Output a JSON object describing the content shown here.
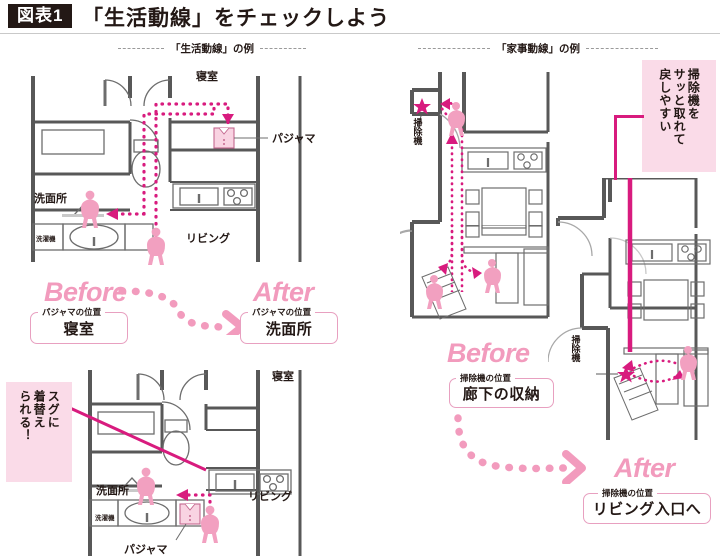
{
  "header": {
    "badge": "図表1",
    "title": "「生活動線」をチェックしよう"
  },
  "sections": [
    {
      "caption": "「生活動線」の例"
    },
    {
      "caption": "「家事動線」の例"
    }
  ],
  "left_panel": {
    "before_plan": {
      "room_labels": {
        "bedroom": "寝室",
        "washroom": "洗面所",
        "living": "リビング",
        "washer": "洗濯機"
      },
      "item_label": "パジャマ"
    },
    "transition": {
      "before_word": "Before",
      "after_word": "After",
      "before_caption": "パジャマの位置",
      "before_value": "寝室",
      "after_caption": "パジャマの位置",
      "after_value": "洗面所"
    },
    "after_plan": {
      "room_labels": {
        "bedroom": "寝室",
        "washroom": "洗面所",
        "living": "リビング",
        "washer": "洗濯機"
      },
      "item_label": "パジャマ",
      "callout": [
        "スグに",
        "着替え",
        "られる！"
      ]
    }
  },
  "right_panel": {
    "before_plan": {
      "item_label": "掃除機"
    },
    "after_plan": {
      "item_label": "掃除機",
      "callout": [
        "掃除機を",
        "サッと取れて",
        "戻しやすい"
      ]
    },
    "transition": {
      "before_word": "Before",
      "after_word": "After",
      "before_caption": "掃除機の位置",
      "before_value": "廊下の収納",
      "after_caption": "掃除機の位置",
      "after_value": "リビング入口へ"
    }
  },
  "colors": {
    "ink": "#231815",
    "wall": "#585858",
    "thin": "#9a9a9a",
    "magenta": "#d81b7e",
    "pink": "#f29bbd",
    "pink_light": "#fadbe8",
    "figure": "#f2a0c0"
  }
}
